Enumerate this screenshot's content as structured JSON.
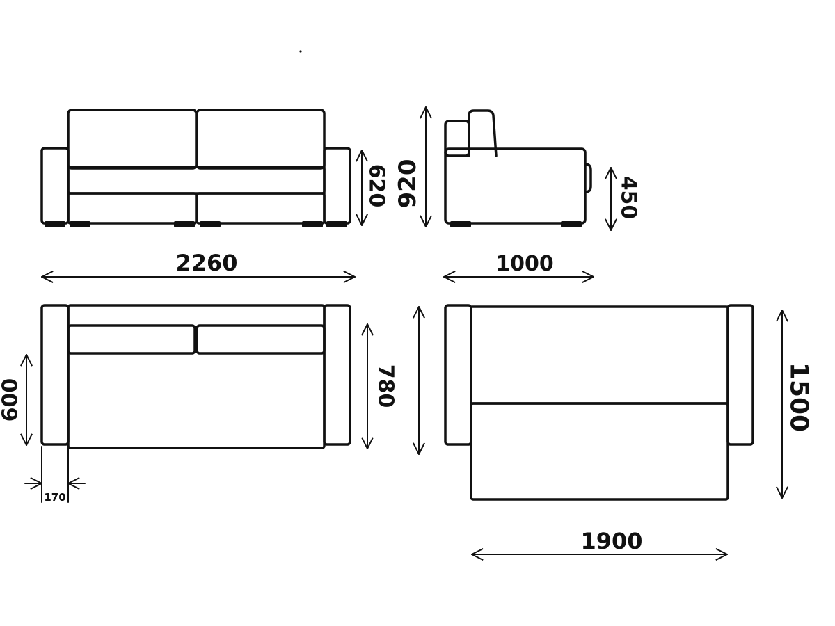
{
  "dimensions": {
    "front_width": "2260",
    "front_seat_height": "620",
    "side_height": "920",
    "side_depth": "1000",
    "side_seat_height": "450",
    "top_armrest_depth": "600",
    "top_depth": "780",
    "armrest_width": "170",
    "bed_depth": "1500",
    "bed_width": "1900"
  },
  "colors": {
    "line": "#111111",
    "background": "#ffffff"
  }
}
